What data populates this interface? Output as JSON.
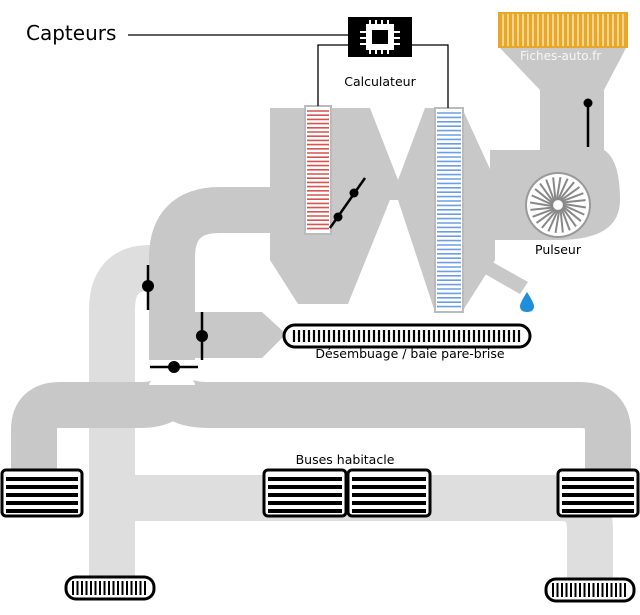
{
  "labels": {
    "capteurs": "Capteurs",
    "calculateur": "Calculateur",
    "pulseur": "Pulseur",
    "desembuage": "Désembuage / baie pare-brise",
    "buses": "Buses habitacle"
  },
  "watermarks": [
    "Fiches-auto.fr",
    "Fiches-auto.fr"
  ],
  "colors": {
    "duct_dark": "#c8c8c8",
    "duct_light": "#dedede",
    "heater_core": "#d9534f",
    "evaporator": "#6a9fe6",
    "filter": "#e8a825",
    "water_drop": "#1e8fd8",
    "vent": "#000000"
  },
  "icons": {
    "chip": "chip-icon",
    "fan": "fan-icon",
    "drop": "water-drop-icon"
  }
}
